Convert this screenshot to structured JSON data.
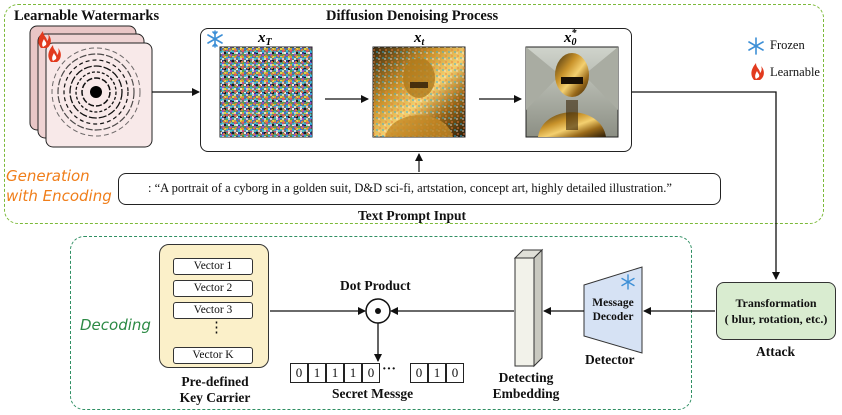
{
  "generation": {
    "section_title": "Learnable Watermarks",
    "process_title": "Diffusion Denoising Process",
    "label_line1": "Generation",
    "label_line2": "with Encoding",
    "images": [
      {
        "label_main": "x",
        "label_sub": "T",
        "label_sup": ""
      },
      {
        "label_main": "x",
        "label_sub": "t",
        "label_sup": ""
      },
      {
        "label_main": "x",
        "label_sub": "0",
        "label_sup": "*"
      }
    ],
    "prompt_text": ": “A portrait of a cyborg in a golden suit, D&D sci-fi, artstation, concept art, highly detailed illustration.”",
    "prompt_caption": "Text Prompt Input"
  },
  "legend": {
    "frozen_label": "Frozen",
    "learnable_label": "Learnable",
    "frozen_icon": "snowflake-icon",
    "learnable_icon": "flame-icon"
  },
  "decoding": {
    "label": "Decoding",
    "vectors": [
      "Vector 1",
      "Vector 2",
      "Vector 3",
      "Vector K"
    ],
    "ellipsis": "⋮",
    "key_carrier_line1": "Pre-defined",
    "key_carrier_line2": "Key Carrier",
    "dot_product_label": "Dot Product",
    "bits_left": [
      "0",
      "1",
      "1",
      "1",
      "0"
    ],
    "bits_ellipsis": "···",
    "bits_right": [
      "0",
      "1",
      "0"
    ],
    "secret_label": "Secret Messge",
    "embedding_line1": "Detecting",
    "embedding_line2": "Embedding",
    "decoder_line1": "Message",
    "decoder_line2": "Decoder",
    "detector_label": "Detector"
  },
  "attack": {
    "box_line1": "Transformation",
    "box_line2": "( blur, rotation, etc.)",
    "label": "Attack"
  },
  "colors": {
    "generation_border": "#7cba3a",
    "decoding_border": "#2f8f63",
    "key_carrier_fill": "#fbf0c9",
    "attack_fill": "#d9ecd0",
    "decoder_fill": "#d6e2f4",
    "snowflake": "#3d8fd6",
    "flame": "#e23a1e"
  }
}
